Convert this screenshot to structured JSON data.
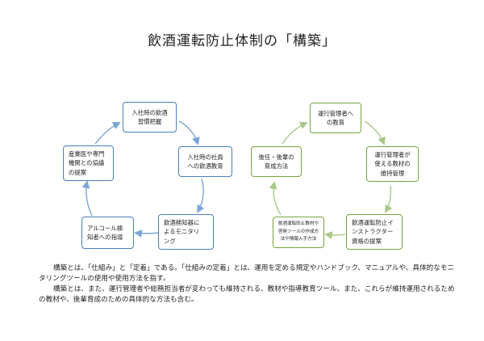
{
  "title": "飲酒運転防止体制の「構築」",
  "colors": {
    "blue_border": "#4a7ebb",
    "blue_arrow": "#7aa6d6",
    "green_border": "#77a33e",
    "green_arrow": "#a9c888"
  },
  "left_cycle": [
    "入社時の飲酒\n習慣把握",
    "入社時の社員\nへの飲酒教育",
    "飲酒検知器に\nよるモニタリ\nング",
    "アルコール検\n知者への指導",
    "産業医や専門\n機関との協議\nの提案"
  ],
  "right_cycle": [
    "運行管理者へ\nの教育",
    "運行管理者が\n使える教材の\n維持管理",
    "飲酒運転防止イ\nンストラクター\n資格の提案",
    "飲酒運転防止教材や\n啓発ツールの作成方\n法や情報入手方法",
    "後任・後輩の\n育成方法"
  ],
  "description": [
    "構築とは、「仕組み」と「定着」である。「仕組みの定着」とは、運用を定める規定やハンドブック、マニュアルや、具体的なモニタリングツールの使用や使用方法を指す。",
    "構築とは、また、運行管理者や総務担当者が変わっても維持される、教材や指導教育ツール、また、これらが維持運用されるための教材や、後輩育成のための具体的な方法も含む。"
  ]
}
